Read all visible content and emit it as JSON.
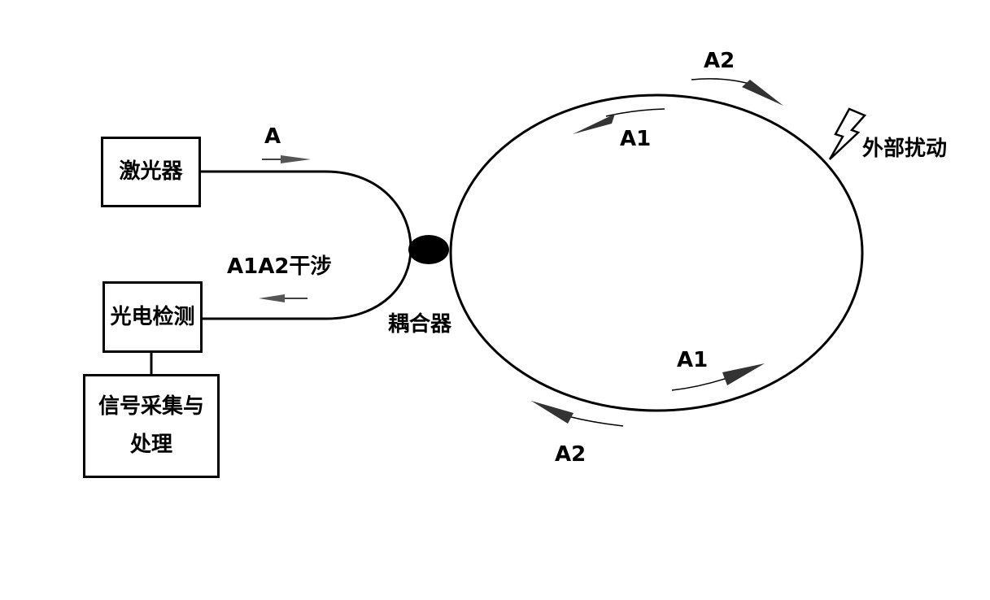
{
  "boxes": {
    "laser": "激光器",
    "detector": "光电检测",
    "processing_line1": "信号采集与",
    "processing_line2": "处理"
  },
  "labels": {
    "input_wave": "A",
    "interference": "A1A2干涉",
    "coupler": "耦合器",
    "disturbance": "外部扰动",
    "a2_top": "A2",
    "a1_top": "A1",
    "a1_bottom": "A1",
    "a2_bottom": "A2"
  },
  "colors": {
    "line": "#000000",
    "background": "#ffffff"
  }
}
